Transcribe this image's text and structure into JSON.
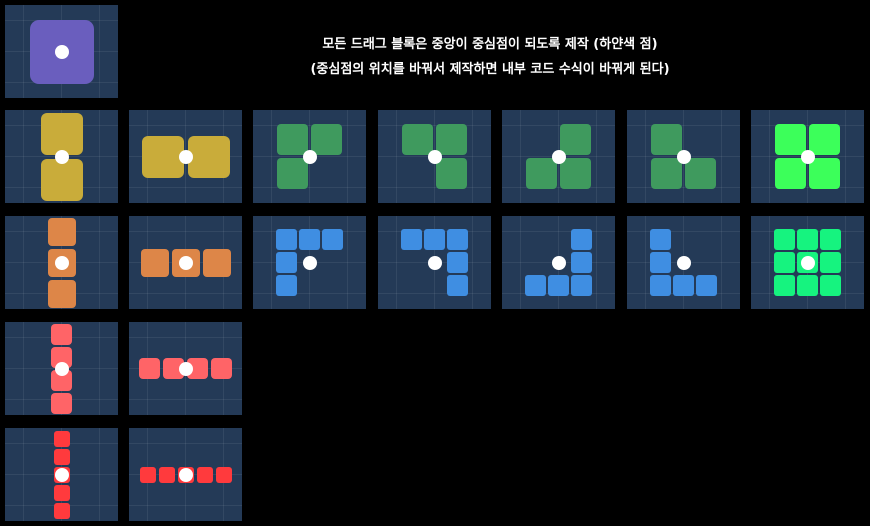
{
  "instructions": {
    "line1": "모든 드래그 블록은 중앙이 중심점이 되도록 제작 (하얀색 점)",
    "line2": "(중심점의 위치를 바꿔서 제작하면 내부 코드 수식이 바꿔게 된다)"
  },
  "colors": {
    "panel_background": "#243a57",
    "pivot": "#ffffff",
    "purple": "#6a5ebe",
    "olive": "#c9ac3a",
    "green": "#3f9a5e",
    "bright_green": "#3cff5a",
    "orange": "#dd8648",
    "blue": "#3f8ee2",
    "mint": "#16f37f",
    "pink": "#ff6467",
    "red": "#ff3a3d"
  },
  "blocks": [
    {
      "id": "square-1x1-purple",
      "color": "purple",
      "cells": [
        [
          0,
          0
        ]
      ]
    },
    {
      "id": "vertical-2-olive",
      "color": "olive",
      "cells": [
        [
          0,
          -0.5
        ],
        [
          0,
          0.5
        ]
      ]
    },
    {
      "id": "horizontal-2-olive",
      "color": "olive",
      "cells": [
        [
          -0.5,
          0
        ],
        [
          0.5,
          0
        ]
      ]
    },
    {
      "id": "corner-2x2-top-left-green",
      "color": "green",
      "cells": [
        [
          -0.5,
          -0.5
        ],
        [
          0.5,
          -0.5
        ],
        [
          -0.5,
          0.5
        ]
      ]
    },
    {
      "id": "corner-2x2-top-right-green",
      "color": "green",
      "cells": [
        [
          -0.5,
          -0.5
        ],
        [
          0.5,
          -0.5
        ],
        [
          0.5,
          0.5
        ]
      ]
    },
    {
      "id": "corner-2x2-bottom-right-green",
      "color": "green",
      "cells": [
        [
          0.5,
          -0.5
        ],
        [
          -0.5,
          0.5
        ],
        [
          0.5,
          0.5
        ]
      ]
    },
    {
      "id": "corner-2x2-bottom-left-green",
      "color": "green",
      "cells": [
        [
          -0.5,
          -0.5
        ],
        [
          -0.5,
          0.5
        ],
        [
          0.5,
          0.5
        ]
      ]
    },
    {
      "id": "square-2x2-bright-green",
      "color": "bright_green",
      "cells": [
        [
          -0.5,
          -0.5
        ],
        [
          0.5,
          -0.5
        ],
        [
          -0.5,
          0.5
        ],
        [
          0.5,
          0.5
        ]
      ]
    },
    {
      "id": "vertical-3-orange",
      "color": "orange",
      "cells": [
        [
          0,
          -1
        ],
        [
          0,
          0
        ],
        [
          0,
          1
        ]
      ]
    },
    {
      "id": "horizontal-3-orange",
      "color": "orange",
      "cells": [
        [
          -1,
          0
        ],
        [
          0,
          0
        ],
        [
          1,
          0
        ]
      ]
    },
    {
      "id": "corner-3x3-top-left-blue",
      "color": "blue",
      "cells": [
        [
          -1,
          -1
        ],
        [
          0,
          -1
        ],
        [
          1,
          -1
        ],
        [
          -1,
          0
        ],
        [
          -1,
          1
        ]
      ]
    },
    {
      "id": "corner-3x3-top-right-blue",
      "color": "blue",
      "cells": [
        [
          -1,
          -1
        ],
        [
          0,
          -1
        ],
        [
          1,
          -1
        ],
        [
          1,
          0
        ],
        [
          1,
          1
        ]
      ]
    },
    {
      "id": "corner-3x3-bottom-right-blue",
      "color": "blue",
      "cells": [
        [
          1,
          -1
        ],
        [
          1,
          0
        ],
        [
          -1,
          1
        ],
        [
          0,
          1
        ],
        [
          1,
          1
        ]
      ]
    },
    {
      "id": "corner-3x3-bottom-left-blue",
      "color": "blue",
      "cells": [
        [
          -1,
          -1
        ],
        [
          -1,
          0
        ],
        [
          -1,
          1
        ],
        [
          0,
          1
        ],
        [
          1,
          1
        ]
      ]
    },
    {
      "id": "square-3x3-mint",
      "color": "mint",
      "cells": [
        [
          -1,
          -1
        ],
        [
          0,
          -1
        ],
        [
          1,
          -1
        ],
        [
          -1,
          0
        ],
        [
          0,
          0
        ],
        [
          1,
          0
        ],
        [
          -1,
          1
        ],
        [
          0,
          1
        ],
        [
          1,
          1
        ]
      ]
    },
    {
      "id": "vertical-4-pink",
      "color": "pink",
      "cells": [
        [
          0,
          -1.5
        ],
        [
          0,
          -0.5
        ],
        [
          0,
          0.5
        ],
        [
          0,
          1.5
        ]
      ]
    },
    {
      "id": "horizontal-4-pink",
      "color": "pink",
      "cells": [
        [
          -1.5,
          0
        ],
        [
          -0.5,
          0
        ],
        [
          0.5,
          0
        ],
        [
          1.5,
          0
        ]
      ]
    },
    {
      "id": "vertical-5-red",
      "color": "red",
      "cells": [
        [
          0,
          -2
        ],
        [
          0,
          -1
        ],
        [
          0,
          0
        ],
        [
          0,
          1
        ],
        [
          0,
          2
        ]
      ]
    },
    {
      "id": "horizontal-5-red",
      "color": "red",
      "cells": [
        [
          -2,
          0
        ],
        [
          -1,
          0
        ],
        [
          0,
          0
        ],
        [
          1,
          0
        ],
        [
          2,
          0
        ]
      ]
    }
  ]
}
